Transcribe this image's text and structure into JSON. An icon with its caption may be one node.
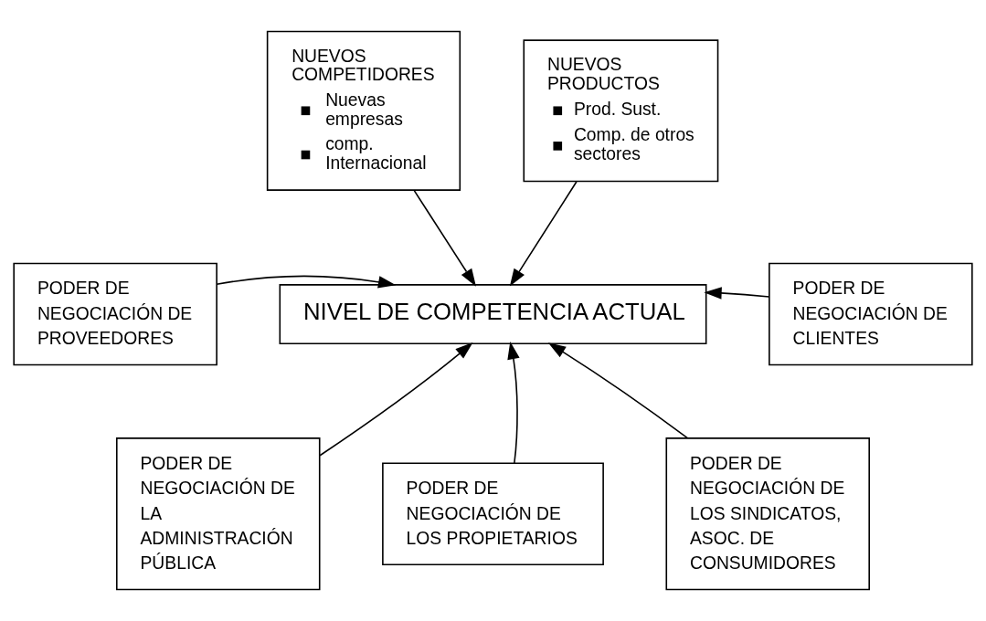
{
  "diagram": {
    "nodes": [
      {
        "text": [
          "NUEVOS COMPETIDORES",
          "Nuevas empresas",
          "comp. Internacional"
        ]
      },
      {
        "text": [
          "NUEVOS PRODUCTOS",
          "Prod. Sust.",
          "Comp. de otros sectores"
        ]
      },
      {
        "text": [
          "PODER DE NEGOCIACIÓN DE PROVEEDORES"
        ]
      },
      {
        "text": [
          "NIVEL DE COMPETENCIA ACTUAL"
        ]
      },
      {
        "text": [
          "PODER DE NEGOCIACIÓN DE CLIENTES"
        ]
      },
      {
        "text": [
          "PODER DE NEGOCIACIÓN DE LA ADMINISTRACIÓN PÚBLICA"
        ]
      },
      {
        "text": [
          "PODER DE NEGOCIACIÓN DE LOS PROPIETARIOS"
        ]
      },
      {
        "text": [
          "PODER DE NEGOCIACIÓN DE LOS SINDICATOS, ASOC. DE CONSUMIDORES"
        ]
      }
    ],
    "edges": [
      {
        "from": 0,
        "to": 3,
        "arrow": "to"
      },
      {
        "from": 1,
        "to": 3,
        "arrow": "to"
      },
      {
        "from": 2,
        "to": 3,
        "arrow": "to"
      },
      {
        "from": 4,
        "to": 3,
        "arrow": "to"
      },
      {
        "from": 5,
        "to": 3,
        "arrow": "to"
      },
      {
        "from": 6,
        "to": 3,
        "arrow": "to"
      },
      {
        "from": 7,
        "to": 3,
        "arrow": "to"
      }
    ]
  }
}
